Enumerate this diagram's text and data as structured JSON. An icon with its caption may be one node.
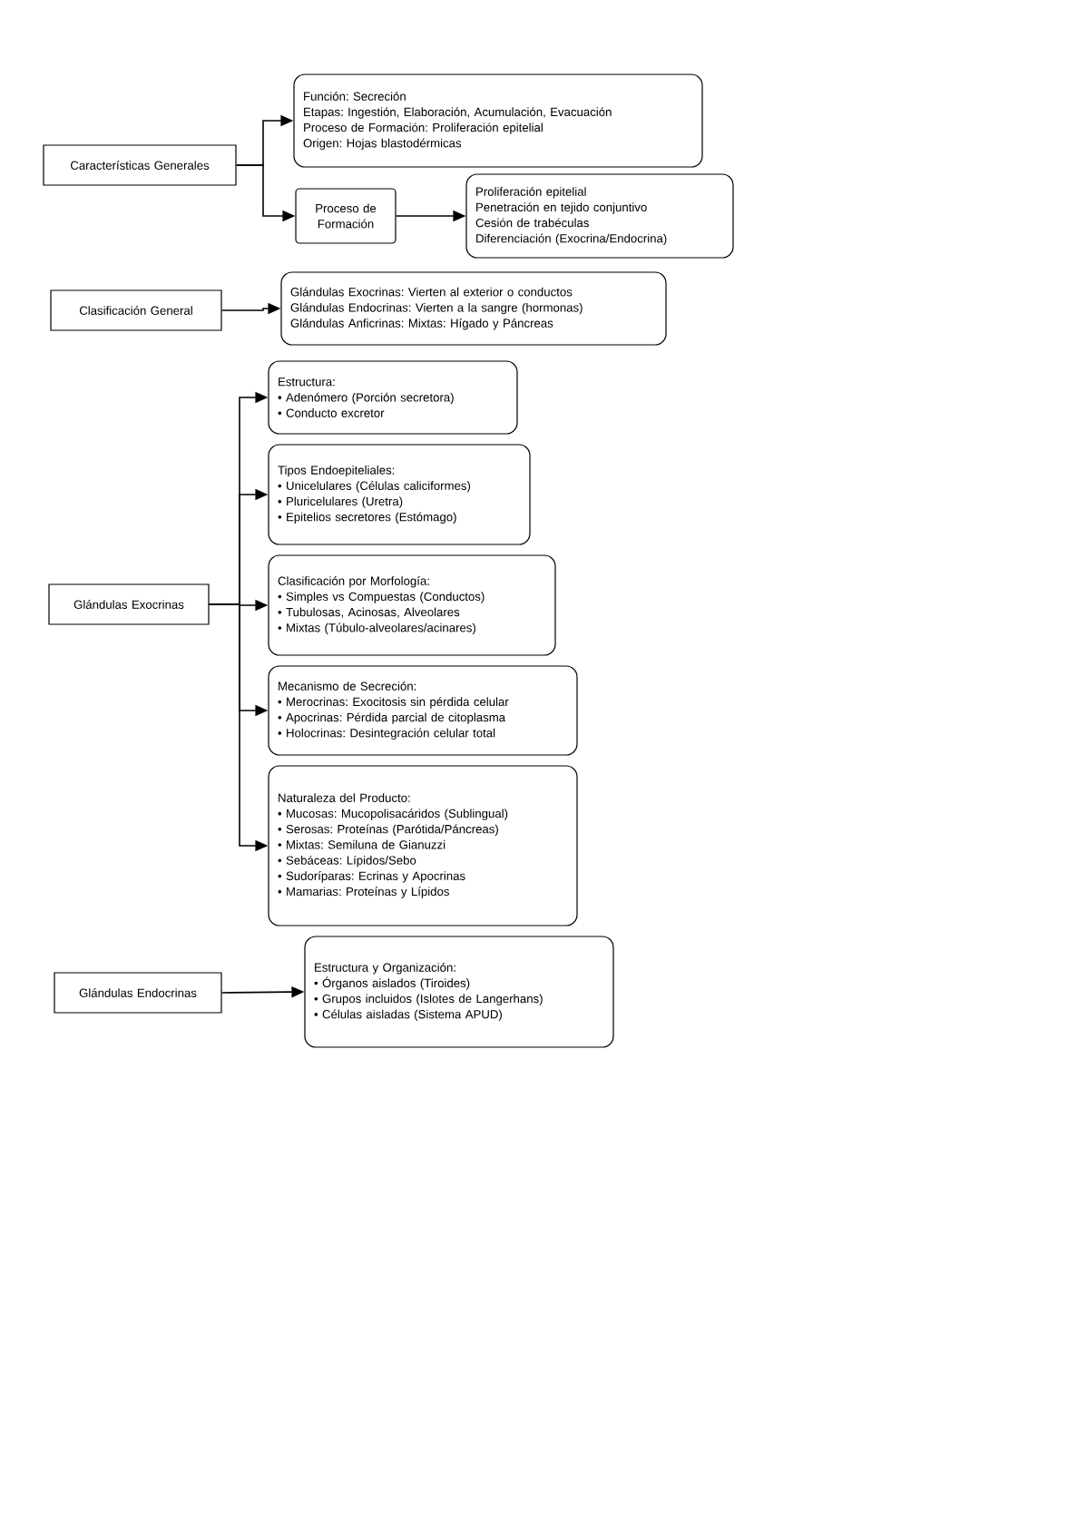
{
  "diagram": {
    "nodes": [
      {
        "text": [
          "Características Generales"
        ]
      },
      {
        "text": [
          "Función: Secreción",
          "Etapas: Ingestión, Elaboración, Acumulación, Evacuación",
          "Proceso de Formación: Proliferación epitelial",
          "Origen: Hojas blastodérmicas"
        ]
      },
      {
        "text": [
          "Proceso de Formación"
        ]
      },
      {
        "text": [
          "Proliferación epitelial",
          "Penetración en tejido conjuntivo",
          "Cesión de trabéculas",
          "Diferenciación (Exocrina/Endocrina)"
        ]
      },
      {
        "text": [
          "Clasificación General"
        ]
      },
      {
        "text": [
          "Glándulas Exocrinas: Vierten al exterior o conductos",
          "Glándulas Endocrinas: Vierten a la sangre (hormonas)",
          "Glándulas Anficrinas: Mixtas: Hígado y Páncreas"
        ]
      },
      {
        "text": [
          "Glándulas Exocrinas"
        ]
      },
      {
        "text": [
          "Estructura:",
          "• Adenómero (Porción secretora)",
          "• Conducto excretor"
        ]
      },
      {
        "text": [
          "Tipos Endoepiteliales:",
          "• Unicelulares (Células caliciformes)",
          "• Pluricelulares (Uretra)",
          "• Epitelios secretores (Estómago)"
        ]
      },
      {
        "text": [
          "Clasificación por Morfología:",
          "• Simples vs Compuestas (Conductos)",
          "• Tubulosas, Acinosas, Alveolares",
          "• Mixtas (Túbulo-alveolares/acinares)"
        ]
      },
      {
        "text": [
          "Mecanismo de Secreción:",
          "• Merocrinas: Exocitosis sin pérdida celular",
          "• Apocrinas: Pérdida parcial de citoplasma",
          "• Holocrinas: Desintegración celular total"
        ]
      },
      {
        "text": [
          "Naturaleza del Producto:",
          "• Mucosas: Mucopolisacáridos (Sublingual)",
          "• Serosas: Proteínas (Parótida/Páncreas)",
          "• Mixtas: Semiluna de Gianuzzi",
          "• Sebáceas: Lípidos/Sebo",
          "• Sudoríparas: Ecrinas y Apocrinas",
          "• Mamarias: Proteínas y Lípidos"
        ]
      },
      {
        "text": [
          "Glándulas Endocrinas"
        ]
      },
      {
        "text": [
          "Estructura y Organización:",
          "• Órganos aislados (Tiroides)",
          "• Grupos incluidos (Islotes de Langerhans)",
          "• Células aisladas (Sistema APUD)"
        ]
      }
    ],
    "edges": [
      {
        "from": 0,
        "to": 1,
        "arrow": "to"
      },
      {
        "from": 0,
        "to": 2,
        "arrow": "to"
      },
      {
        "from": 2,
        "to": 3,
        "arrow": "to"
      },
      {
        "from": 4,
        "to": 5,
        "arrow": "to"
      },
      {
        "from": 6,
        "to": 7,
        "arrow": "to"
      },
      {
        "from": 6,
        "to": 8,
        "arrow": "to"
      },
      {
        "from": 6,
        "to": 9,
        "arrow": "to"
      },
      {
        "from": 6,
        "to": 10,
        "arrow": "to"
      },
      {
        "from": 6,
        "to": 11,
        "arrow": "to"
      },
      {
        "from": 12,
        "to": 13,
        "arrow": "to"
      }
    ]
  }
}
